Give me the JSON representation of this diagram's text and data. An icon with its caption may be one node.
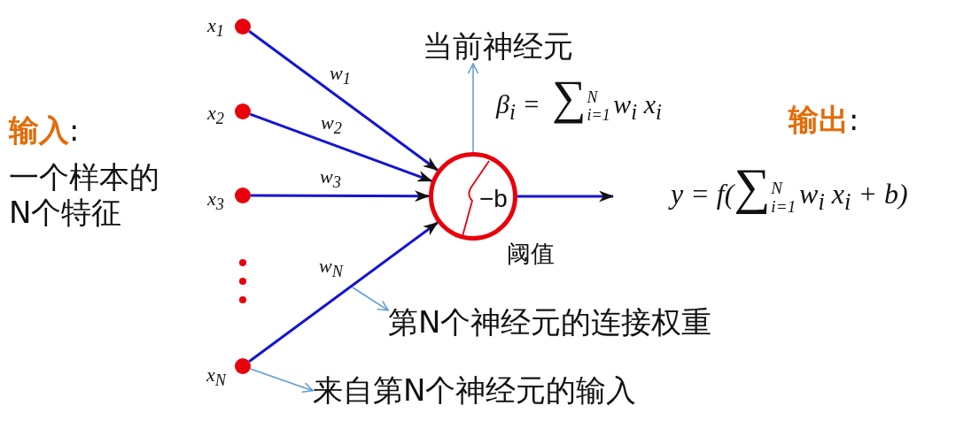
{
  "diagram": {
    "nodes": [
      {
        "text": [],
        "shape": "circle",
        "beside": [
          "x$_{1}$"
        ]
      },
      {
        "text": [],
        "shape": "circle",
        "beside": [
          "x$_{2}$"
        ]
      },
      {
        "text": [],
        "shape": "circle",
        "beside": [
          "x$_{3}$"
        ]
      },
      {
        "text": [],
        "shape": "circle",
        "beside": [
          "x$_{N}$"
        ]
      },
      {
        "text": [
          "−b"
        ],
        "beside": [
          "阈值"
        ]
      },
      {
        "text": [
          "当前神经元"
        ]
      },
      {
        "text": [
          "第N个神经元的连接权重"
        ]
      },
      {
        "text": [
          "来自第N个神经元的输入"
        ]
      }
    ],
    "edges": [
      {
        "from": 0,
        "to": 4,
        "arrow": "to",
        "label": "w$_{1}$"
      },
      {
        "from": 1,
        "to": 4,
        "arrow": "to",
        "label": "w$_{2}$"
      },
      {
        "from": 2,
        "to": 4,
        "arrow": "to",
        "label": "w$_{3}$"
      },
      {
        "from": 3,
        "to": 4,
        "arrow": "to",
        "label": "w$_{N}$"
      },
      {
        "from": 4,
        "to": 5,
        "arrow": "to",
        "color": "#5b9bd5"
      },
      {
        "from": 4,
        "to": null,
        "arrow": "to"
      },
      {
        "from": null,
        "to": 6,
        "arrow": "to",
        "color": "#5b9bd5"
      },
      {
        "from": 3,
        "to": 7,
        "arrow": "to",
        "color": "#5b9bd5"
      }
    ],
    "labels": [
      "**输入**:",
      "一个样本的N个特征",
      "β$_{i}$ = ∑$_{i=1}$$^{N}$w$_{i}$ x$_{i}$",
      "**输出**:",
      "y = f(∑$_{i=1}$$^{N}$w$_{i}$ x$_{i}$ + b)"
    ]
  }
}
